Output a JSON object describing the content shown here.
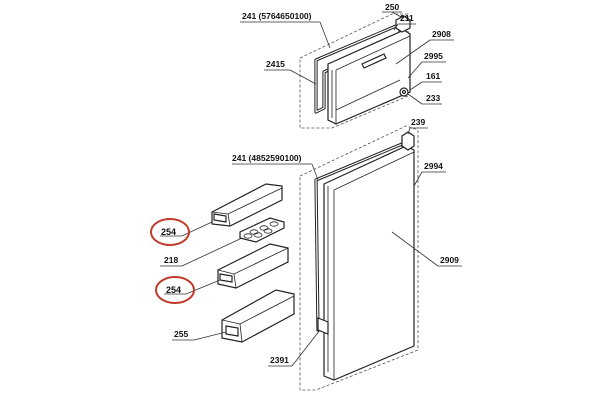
{
  "diagram": {
    "labels": {
      "l250": "250",
      "l241a": "241 (5764650100)",
      "l211": "211",
      "l2908": "2908",
      "l2995": "2995",
      "l2415": "2415",
      "l161": "161",
      "l233": "233",
      "l239": "239",
      "l241b": "241 (4852590100)",
      "l2994": "2994",
      "l254a": "254",
      "l218": "218",
      "l254b": "254",
      "l2909": "2909",
      "l255": "255",
      "l2391": "2391"
    },
    "highlight_color": "#c0392b",
    "highlighted_parts": [
      "254",
      "254"
    ]
  }
}
